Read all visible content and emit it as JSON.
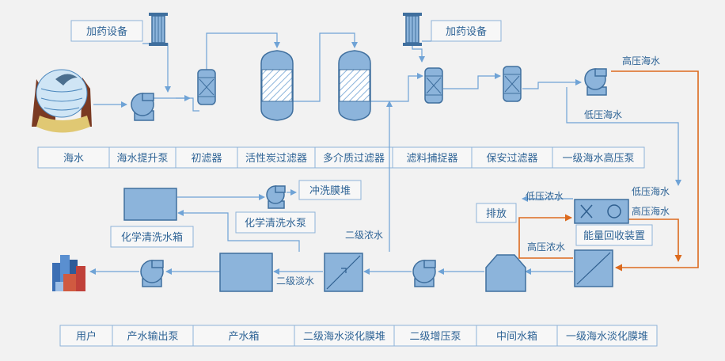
{
  "top_row": [
    "海水",
    "海水提升泵",
    "初滤器",
    "活性炭过滤器",
    "多介质过滤器",
    "滤料捕捉器",
    "保安过滤器",
    "一级海水高压泵"
  ],
  "bottom_row": [
    "用户",
    "产水输出泵",
    "产水箱",
    "二级海水淡化膜堆",
    "二级增压泵",
    "中间水箱",
    "一级海水淡化膜堆"
  ],
  "labels": {
    "dosing_1": "加药设备",
    "dosing_2": "加药设备",
    "flush_stack": "冲洗膜堆",
    "chem_pump": "化学清洗水泵",
    "chem_tank": "化学清洗水箱",
    "discharge": "排放",
    "energy_recovery": "能量回收装置",
    "hp_seawater": "高压海水",
    "lp_seawater": "低压海水",
    "lp_seawater_2": "低压海水",
    "hp_seawater_2": "高压海水",
    "lp_brine": "低压浓水",
    "hp_brine": "高压浓水",
    "stage2_brine": "二级浓水",
    "stage2_fresh": "二级淡水"
  },
  "colors": {
    "pipe": "#6fa3d6",
    "brine_pipe": "#dc6a1e",
    "equipment": "#8cb4db",
    "label_text": "#2f6496"
  }
}
